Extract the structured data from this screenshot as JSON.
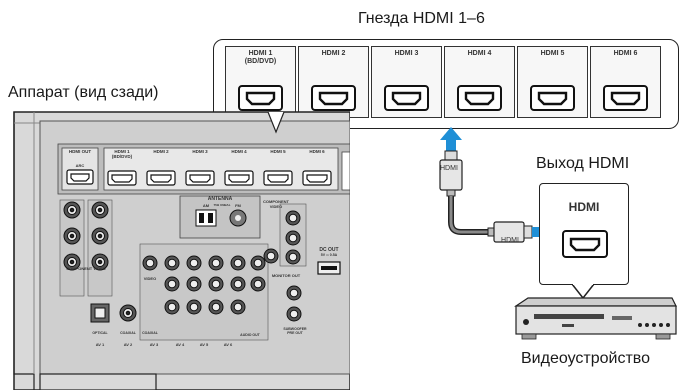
{
  "labels": {
    "jacks_title": "Гнезда HDMI 1–6",
    "unit_rear": "Аппарат (вид сзади)",
    "hdmi_out": "Выход HDMI",
    "video_device": "Видеоустройство",
    "device_port": "HDMI",
    "cable_tag_top": "HDMI",
    "cable_tag_right": "HDMI"
  },
  "zoom_ports": [
    {
      "label": "HDMI 1",
      "sub": "(BD/DVD)"
    },
    {
      "label": "HDMI 2",
      "sub": ""
    },
    {
      "label": "HDMI 3",
      "sub": ""
    },
    {
      "label": "HDMI 4",
      "sub": ""
    },
    {
      "label": "HDMI 5",
      "sub": ""
    },
    {
      "label": "HDMI 6",
      "sub": ""
    }
  ],
  "panel": {
    "hdmi_out": "HDMI OUT",
    "arc": "ARC",
    "hdmi1": "HDMI 1",
    "hdmi1_sub": "(BD/DVD)",
    "hdmi2": "HDMI 2",
    "hdmi3": "HDMI 3",
    "hdmi4": "HDMI 4",
    "hdmi5": "HDMI 5",
    "hdmi6": "HDMI 6",
    "antenna": "ANTENNA",
    "am": "AM",
    "fm": "FM",
    "unbal": "75Ω UNBAL",
    "component_video": "COMPONENT VIDEO",
    "component_video_right": "COMPONENT VIDEO",
    "video": "VIDEO",
    "monitor_out": "MONITOR OUT",
    "dc_out": "DC OUT",
    "dc_out_sub": "5V ⎓ 0.5A",
    "optical": "OPTICAL",
    "coaxial": "COAXIAL",
    "coaxial2": "COAXIAL",
    "av1": "AV 1",
    "av2": "AV 2",
    "av3": "AV 3",
    "av4": "AV 4",
    "av5": "AV 5",
    "av6": "AV 6",
    "audio_out": "AUDIO OUT",
    "subwoofer_pre_out": "SUBWOOFER PRE OUT"
  },
  "colors": {
    "arrow_blue": "#1f8fd6",
    "panel_fill": "#d9d9d9",
    "outline": "#222222"
  }
}
